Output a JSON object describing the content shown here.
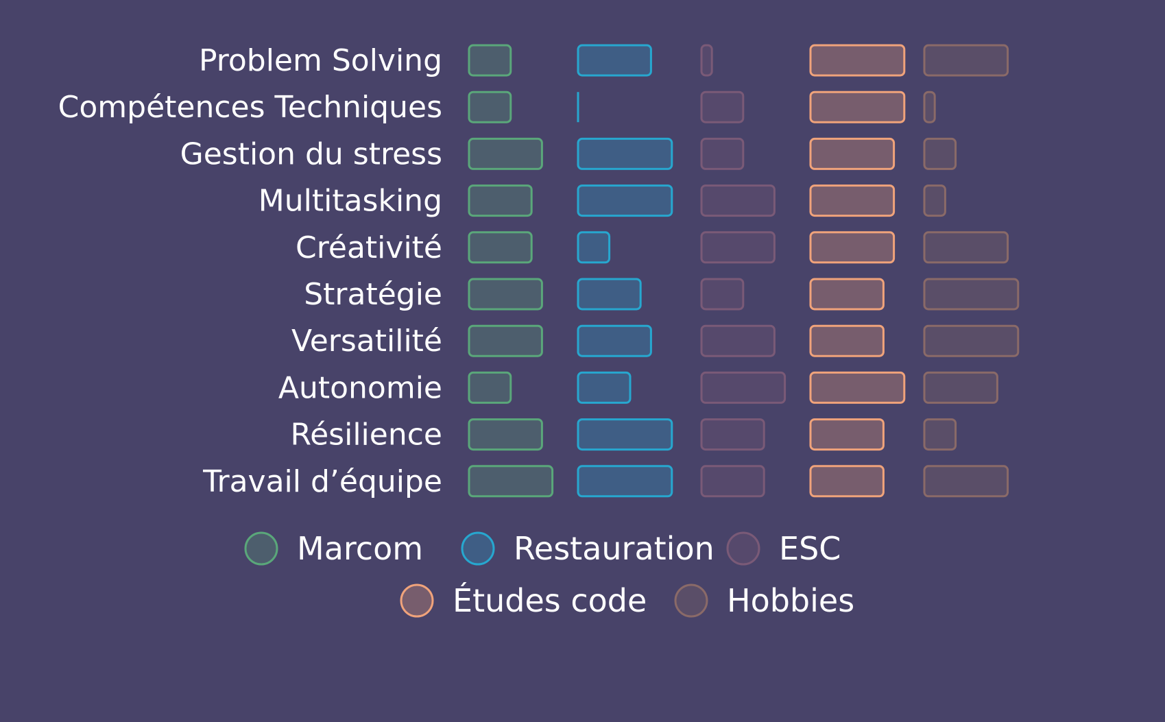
{
  "chart_data": {
    "type": "bar",
    "orientation": "horizontal",
    "layout": "small-multiples",
    "title": "",
    "xlabel": "",
    "ylabel": "",
    "grid": false,
    "legend_position": "bottom-center",
    "categories": [
      "Problem Solving",
      "Compétences Techniques",
      "Gestion du stress",
      "Multitasking",
      "Créativité",
      "Stratégie",
      "Versatilité",
      "Autonomie",
      "Résilience",
      "Travail d’équipe"
    ],
    "xlim": [
      0,
      10
    ],
    "series": [
      {
        "name": "Marcom",
        "color": "#5aa77a",
        "values": [
          4,
          4,
          7,
          6,
          6,
          7,
          7,
          4,
          7,
          8
        ]
      },
      {
        "name": "Restauration",
        "color": "#27a7cf",
        "values": [
          7,
          0,
          9,
          9,
          3,
          6,
          7,
          5,
          9,
          9
        ]
      },
      {
        "name": "ESC",
        "color": "#7a5a77",
        "values": [
          1,
          4,
          4,
          7,
          7,
          4,
          7,
          8,
          6,
          6
        ]
      },
      {
        "name": "Études code",
        "color": "#f0a37b",
        "values": [
          9,
          9,
          8,
          8,
          8,
          7,
          7,
          9,
          7,
          7
        ]
      },
      {
        "name": "Hobbies",
        "color": "#8a6a68",
        "values": [
          8,
          1,
          3,
          2,
          8,
          9,
          9,
          7,
          3,
          8
        ]
      }
    ]
  }
}
